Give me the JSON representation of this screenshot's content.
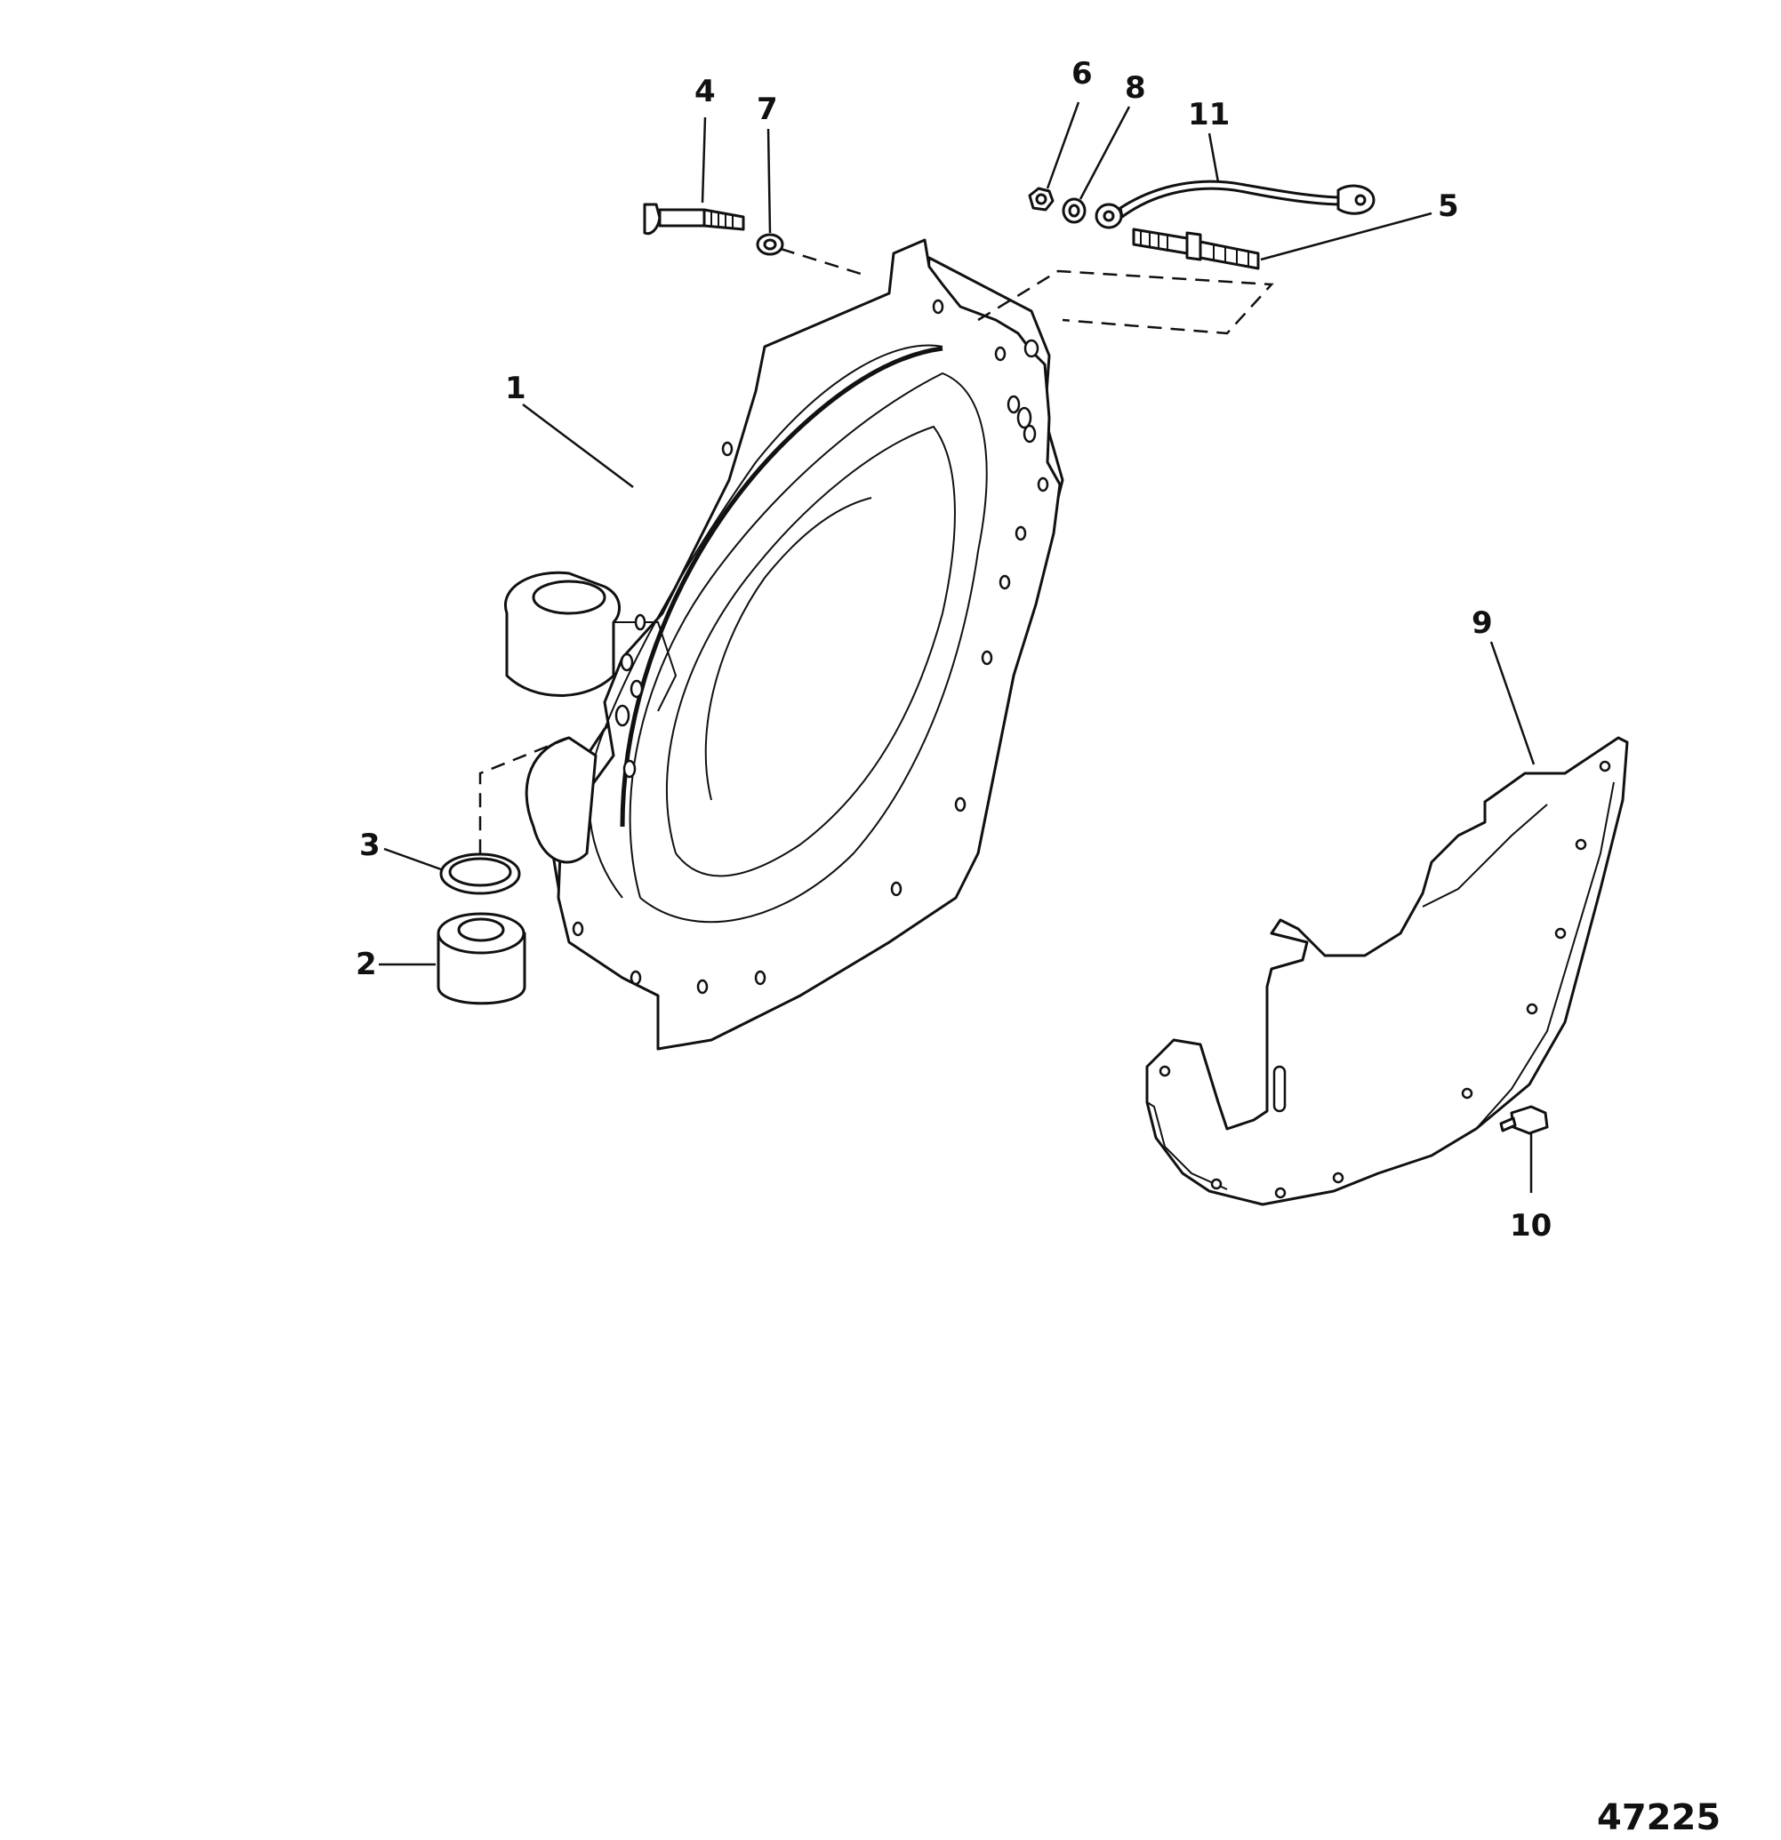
{
  "callouts": {
    "c1": "1",
    "c2": "2",
    "c3": "3",
    "c4": "4",
    "c5": "5",
    "c6": "6",
    "c7": "7",
    "c8": "8",
    "c9": "9",
    "c10": "10",
    "c11": "11"
  },
  "figure_number": "47225"
}
